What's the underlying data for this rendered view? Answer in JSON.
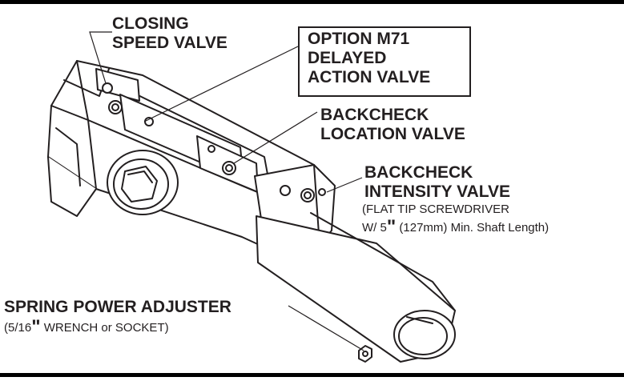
{
  "labels": {
    "closing_speed_valve": {
      "line1": "CLOSING",
      "line2": "SPEED VALVE"
    },
    "option_m71": {
      "line1": "OPTION M71",
      "line2": "DELAYED",
      "line3": "ACTION VALVE"
    },
    "backcheck_location": {
      "line1": "BACKCHECK",
      "line2": "LOCATION VALVE"
    },
    "backcheck_intensity": {
      "line1": "BACKCHECK",
      "line2": "INTENSITY VALVE"
    },
    "screwdriver_note": {
      "line1": "(FLAT TIP SCREWDRIVER",
      "line2_a": "W/ 5",
      "line2_mark": "\"",
      "line2_b": " (127mm) Min. Shaft Length)"
    },
    "spring_power_adjuster": {
      "title": "SPRING POWER ADJUSTER"
    },
    "wrench_note": {
      "a": "(5/16",
      "mark": "\"",
      "b": " WRENCH or SOCKET)"
    }
  },
  "colors": {
    "ink": "#231f20",
    "paper": "#ffffff"
  }
}
